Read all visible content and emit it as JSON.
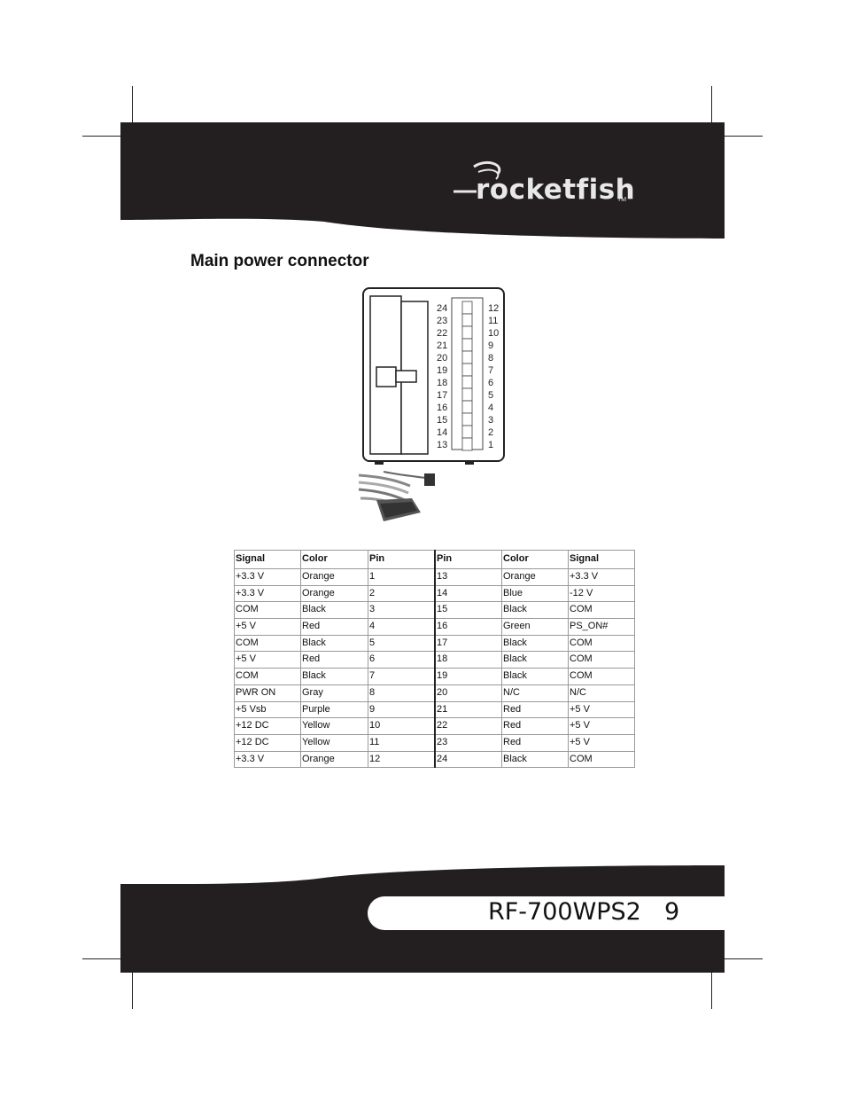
{
  "header": {
    "logo_text": "rocketfish",
    "logo_tm": "TM"
  },
  "section": {
    "title": "Main power connector"
  },
  "connector_diagram": {
    "left_pins": [
      "24",
      "23",
      "22",
      "21",
      "20",
      "19",
      "18",
      "17",
      "16",
      "15",
      "14",
      "13"
    ],
    "right_pins": [
      "12",
      "11",
      "10",
      "9",
      "8",
      "7",
      "6",
      "5",
      "4",
      "3",
      "2",
      "1"
    ]
  },
  "pin_table": {
    "headers": [
      "Signal",
      "Color",
      "Pin",
      "Pin",
      "Color",
      "Signal"
    ],
    "rows": [
      [
        "+3.3 V",
        "Orange",
        "1",
        "13",
        "Orange",
        "+3.3 V"
      ],
      [
        "+3.3 V",
        "Orange",
        "2",
        "14",
        "Blue",
        "-12 V"
      ],
      [
        "COM",
        "Black",
        "3",
        "15",
        "Black",
        "COM"
      ],
      [
        "+5 V",
        "Red",
        "4",
        "16",
        "Green",
        "PS_ON#"
      ],
      [
        "COM",
        "Black",
        "5",
        "17",
        "Black",
        "COM"
      ],
      [
        "+5 V",
        "Red",
        "6",
        "18",
        "Black",
        "COM"
      ],
      [
        "COM",
        "Black",
        "7",
        "19",
        "Black",
        "COM"
      ],
      [
        "PWR ON",
        "Gray",
        "8",
        "20",
        "N/C",
        "N/C"
      ],
      [
        "+5 Vsb",
        "Purple",
        "9",
        "21",
        "Red",
        "+5 V"
      ],
      [
        "+12 DC",
        "Yellow",
        "10",
        "22",
        "Red",
        "+5 V"
      ],
      [
        "+12 DC",
        "Yellow",
        "11",
        "23",
        "Red",
        "+5 V"
      ],
      [
        "+3.3 V",
        "Orange",
        "12",
        "24",
        "Black",
        "COM"
      ]
    ]
  },
  "footer": {
    "model": "RF-700WPS2",
    "page_number": "9"
  },
  "colors": {
    "band": "#231f20",
    "page": "#ffffff"
  }
}
